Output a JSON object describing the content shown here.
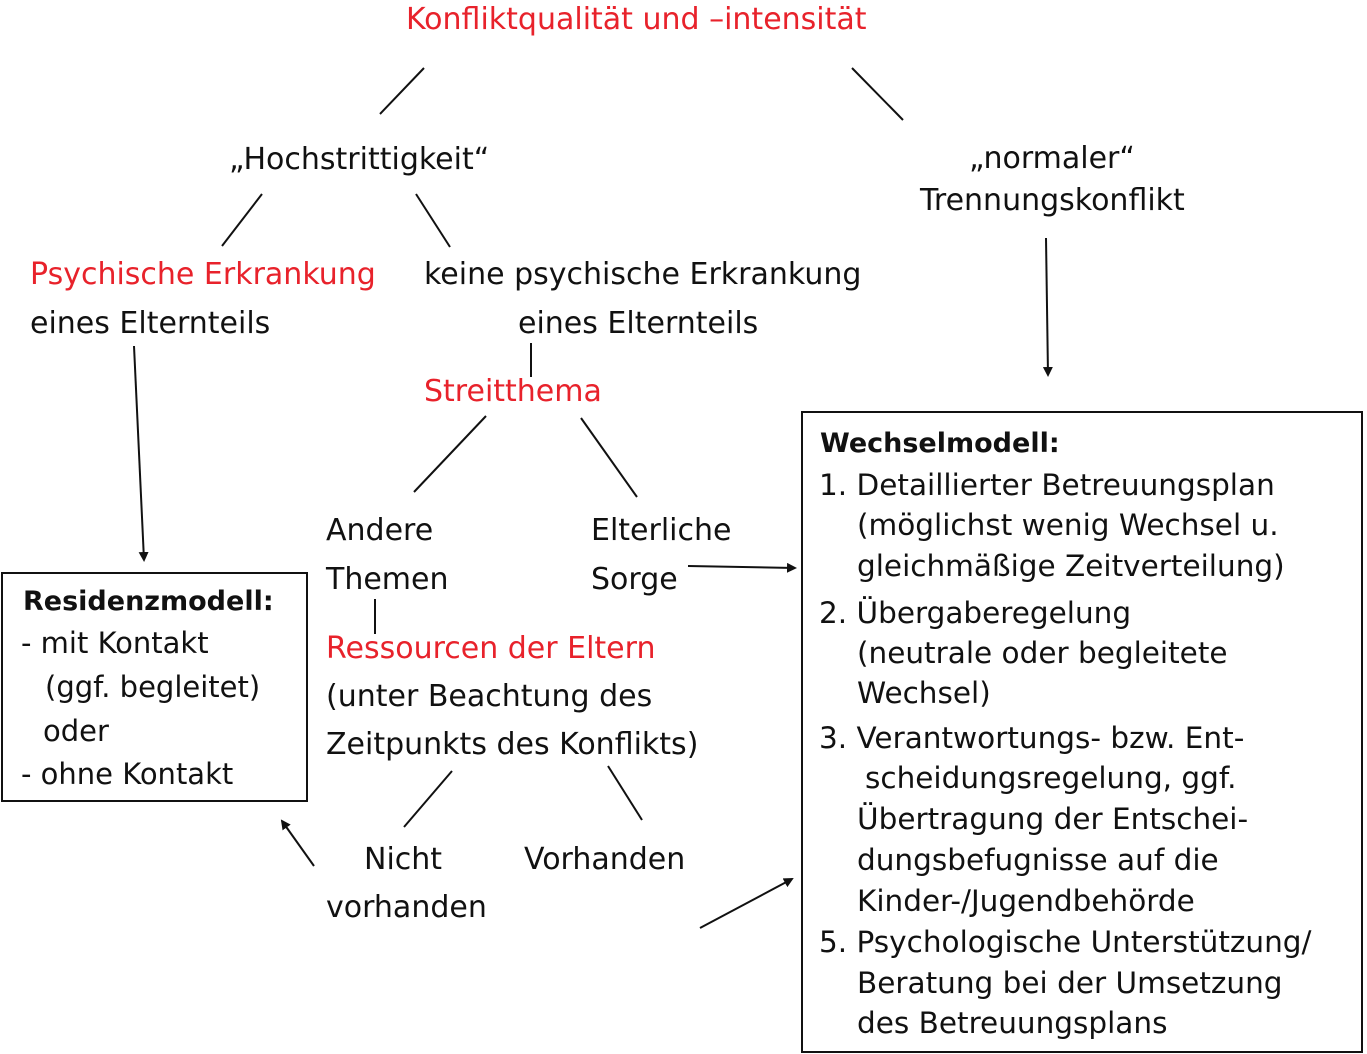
{
  "top": {
    "title": "Konfliktqualität und –intensität"
  },
  "left_branch": {
    "label": "„Hochstrittigkeit“"
  },
  "right_branch": {
    "line1": "„normaler“",
    "line2": "Trennungskonflikt"
  },
  "psych": {
    "line1": "Psychische Erkrankung",
    "line2": "eines Elternteils"
  },
  "no_psych": {
    "line1": "keine psychische Erkrankung",
    "line2": "eines Elternteils"
  },
  "streitthema": "Streitthema",
  "andere": {
    "line1": "Andere",
    "line2": "Themen"
  },
  "sorge": {
    "line1": "Elterliche",
    "line2": "Sorge"
  },
  "ressourcen": {
    "line1": "Ressourcen der Eltern",
    "line2": "(unter Beachtung des",
    "line3": "Zeitpunkts des Konflikts)"
  },
  "nicht": {
    "line1": "Nicht",
    "line2": "vorhanden"
  },
  "vorhanden": "Vorhanden",
  "residenzmodell": {
    "title": "Residenzmodell:",
    "lines": [
      "- mit Kontakt",
      "(ggf. begleitet)",
      "oder",
      "- ohne Kontakt"
    ]
  },
  "wechselmodell": {
    "title": "Wechselmodell:",
    "lines": [
      "1. Detaillierter Betreuungsplan",
      "(möglichst wenig Wechsel u.",
      "gleichmäßige Zeitverteilung)",
      "2. Übergaberegelung",
      "(neutrale oder begleitete",
      "Wechsel)",
      "3. Verantwortungs- bzw. Ent-",
      "scheidungsregelung, ggf.",
      "Übertragung der Entschei-",
      "dungsbefugnisse auf die",
      "Kinder-/Jugendbehörde",
      "5. Psychologische Unterstützung/",
      "Beratung bei der Umsetzung",
      "des Betreuungsplans"
    ]
  },
  "colors": {
    "accent_red": "#e8222b",
    "text": "#111111",
    "background": "#ffffff"
  }
}
